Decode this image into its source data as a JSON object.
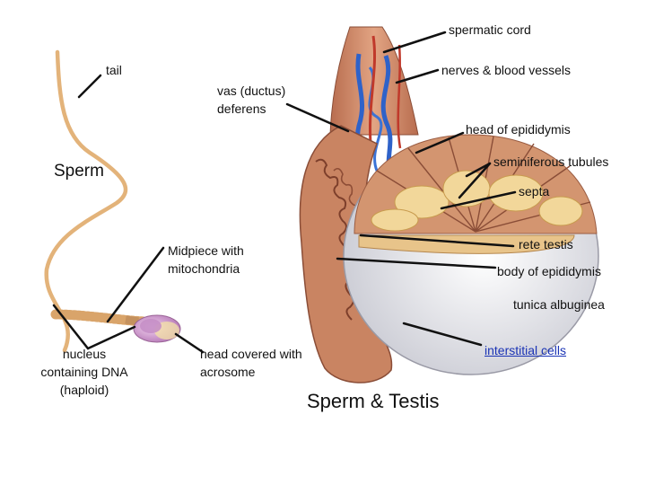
{
  "titles": {
    "sperm": "Sperm",
    "testis": "Sperm & Testis"
  },
  "labels": {
    "spermatic_cord": "spermatic cord",
    "tail": "tail",
    "nerves_blood_vessels": "nerves & blood vessels",
    "vas_deferens": "vas (ductus) deferens",
    "head_of_epididymis": "head of epididymis",
    "seminiferous_tubules": "seminiferous tubules",
    "septa": "septa",
    "rete_testis": "rete testis",
    "midpiece": "Midpiece with mitochondria",
    "body_of_epididymis": "body of epididymis",
    "tunica_albuginea": "tunica albuginea",
    "nucleus": "nucleus containing DNA (haploid)",
    "head_acrosome": "head covered with acrosome",
    "interstitial_cells": "interstitial cells"
  },
  "colors": {
    "label_text": "#111111",
    "link_text": "#1a33b5",
    "sperm_tail": "#e3b37a",
    "sperm_head": "#d9a0d8",
    "testis_tissue": "#c98462",
    "tubules": "#f2d79a",
    "tunica": "#e2e2e8",
    "blood_vessel_blue": "#2e62c9",
    "blood_vessel_red": "#c0392b"
  }
}
